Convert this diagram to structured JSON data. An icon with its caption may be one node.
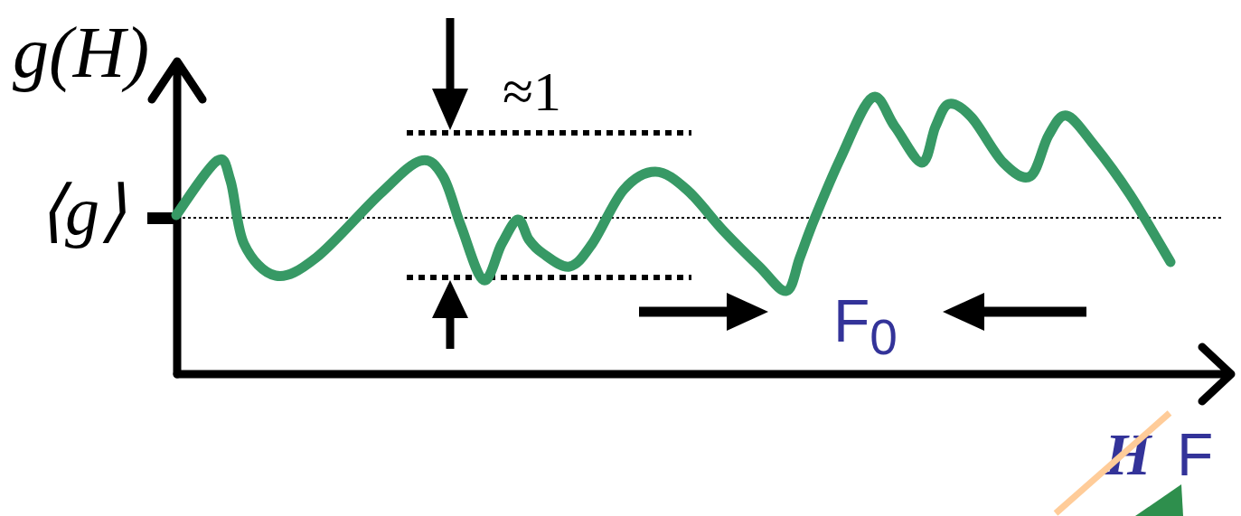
{
  "diagram": {
    "labels": [
      "g(H)",
      "⟨g⟩",
      "≈1",
      "F$_{0}$",
      "H",
      "F"
    ]
  }
}
